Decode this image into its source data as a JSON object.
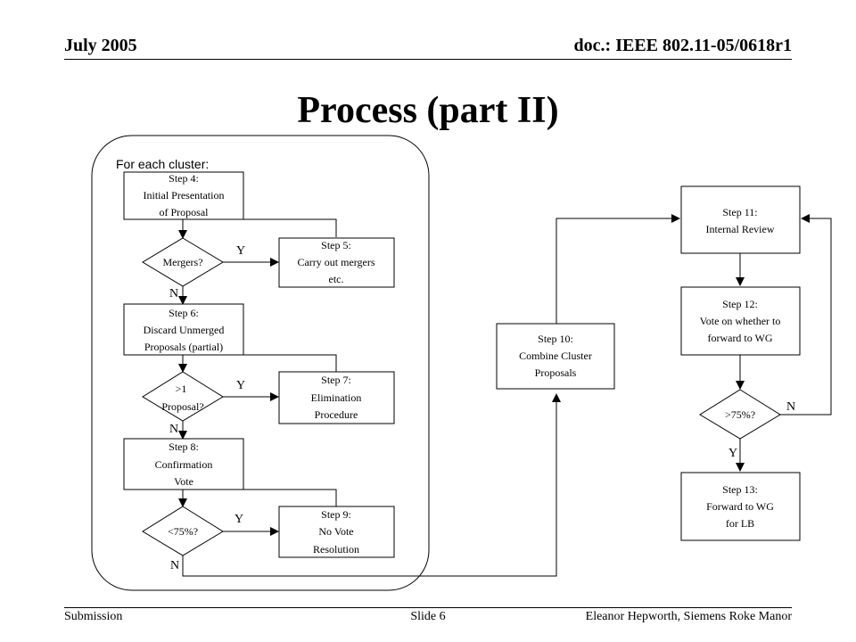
{
  "header": {
    "date": "July 2005",
    "doc": "doc.: IEEE 802.11-05/0618r1"
  },
  "title": "Process (part II)",
  "footer": {
    "left": "Submission",
    "center": "Slide 6",
    "right": "Eleanor Hepworth, Siemens Roke Manor"
  },
  "cluster_label": "For each cluster:",
  "steps": {
    "s4": [
      "Step 4:",
      "Initial Presentation",
      "of Proposal"
    ],
    "s5": [
      "Step 5:",
      "Carry out mergers",
      "etc."
    ],
    "s6": [
      "Step 6:",
      "Discard Unmerged",
      "Proposals (partial)"
    ],
    "s7": [
      "Step 7:",
      "Elimination",
      "Procedure"
    ],
    "s8": [
      "Step 8:",
      "Confirmation",
      "Vote"
    ],
    "s9": [
      "Step 9:",
      "No Vote",
      "Resolution"
    ],
    "s10": [
      "Step 10:",
      "Combine Cluster",
      "Proposals"
    ],
    "s11": [
      "Step 11:",
      "Internal Review"
    ],
    "s12": [
      "Step 12:",
      "Vote on whether to",
      "forward to WG"
    ],
    "s13": [
      "Step 13:",
      "Forward to WG",
      "for LB"
    ]
  },
  "decisions": {
    "d1": [
      "Mergers?"
    ],
    "d2": [
      ">1",
      "Proposal?"
    ],
    "d3": [
      "<75%?"
    ],
    "d4": [
      ">75%?"
    ]
  },
  "labels": {
    "yes": "Y",
    "no": "N"
  }
}
